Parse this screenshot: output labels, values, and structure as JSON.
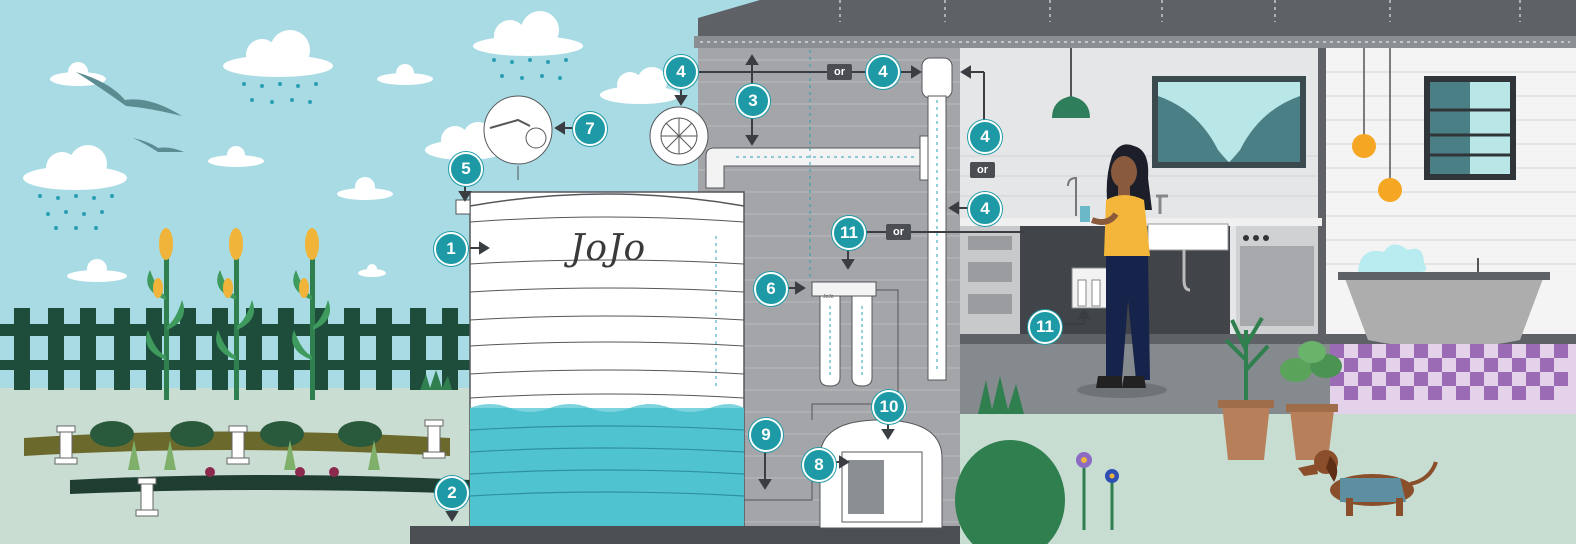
{
  "brand": {
    "tank_logo": "JoJo",
    "filter_logo": "JoJo"
  },
  "connector_word": "or",
  "callouts": [
    {
      "id": "c1",
      "label": "1"
    },
    {
      "id": "c2",
      "label": "2"
    },
    {
      "id": "c3",
      "label": "3"
    },
    {
      "id": "c4a",
      "label": "4"
    },
    {
      "id": "c4b",
      "label": "4"
    },
    {
      "id": "c4c",
      "label": "4"
    },
    {
      "id": "c4d",
      "label": "4"
    },
    {
      "id": "c5",
      "label": "5"
    },
    {
      "id": "c6",
      "label": "6"
    },
    {
      "id": "c7",
      "label": "7"
    },
    {
      "id": "c8",
      "label": "8"
    },
    {
      "id": "c9",
      "label": "9"
    },
    {
      "id": "c10",
      "label": "10"
    },
    {
      "id": "c11a",
      "label": "11"
    },
    {
      "id": "c11b",
      "label": "11"
    }
  ],
  "colors": {
    "sky": "#a8dbe3",
    "callout": "#1d9aa6",
    "water": "#4fc3d0",
    "brick": "#9fa1a4",
    "roof": "#5e6166",
    "fence": "#1f4d3c",
    "ground": "#c7ddd1"
  }
}
